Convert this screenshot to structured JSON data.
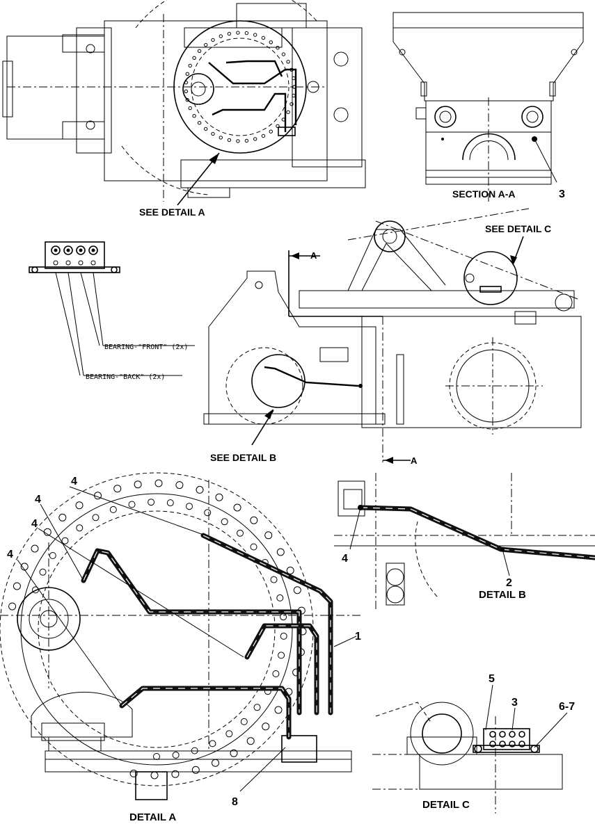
{
  "labels": {
    "see_detail_a": "SEE DETAIL A",
    "section_aa": "SECTION A-A",
    "see_detail_c": "SEE DETAIL C",
    "see_detail_b": "SEE DETAIL B",
    "detail_a": "DETAIL A",
    "detail_b": "DETAIL B",
    "detail_c": "DETAIL C",
    "section_mark_top": "A",
    "section_mark_bottom": "A"
  },
  "notes": {
    "bearing_front": "BEARING-\"FRONT\" (2x)",
    "bearing_back": "BEARING-\"BACK\" (2x)"
  },
  "callouts": {
    "section_item": "3",
    "a_item_4a": "4",
    "a_item_4b": "4",
    "a_item_4c": "4",
    "a_item_4d": "4",
    "a_item_1": "1",
    "a_item_8": "8",
    "b_item_4": "4",
    "b_item_2": "2",
    "c_item_5": "5",
    "c_item_3": "3",
    "c_item_67": "6-7"
  }
}
